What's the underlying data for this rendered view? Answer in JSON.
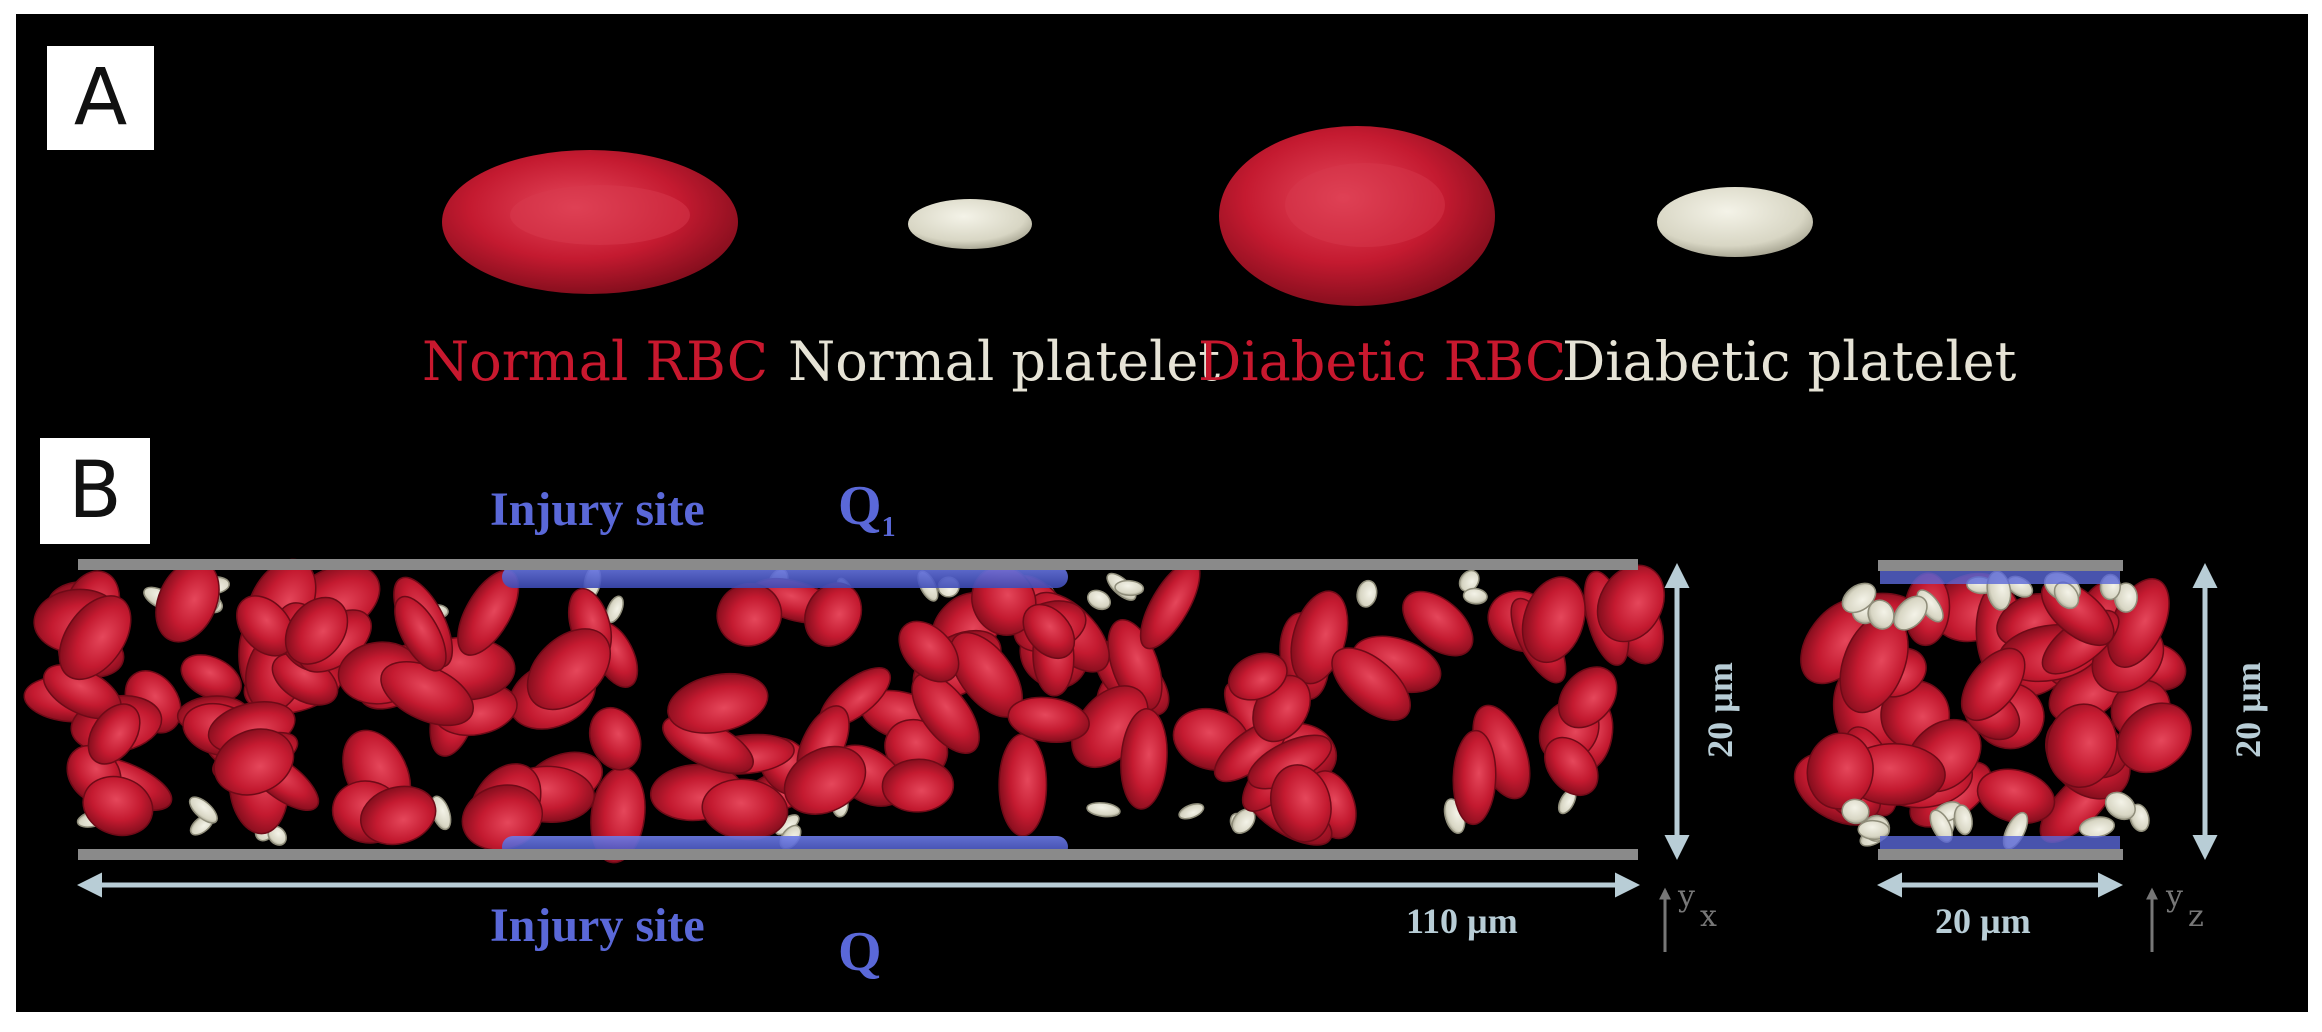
{
  "panels": {
    "a_label": "A",
    "b_label": "B"
  },
  "cells": [
    {
      "label": "Normal RBC",
      "kind": "rbc-normal"
    },
    {
      "label": "Normal platelet",
      "kind": "platelet-normal"
    },
    {
      "label": "Diabetic RBC",
      "kind": "rbc-diabetic"
    },
    {
      "label": "Diabetic platelet",
      "kind": "platelet-diabetic"
    }
  ],
  "annotations": {
    "injury_top": "Injury site",
    "injury_bottom": "Injury site",
    "q_top": "Q",
    "q_top_sub": "1",
    "q_bottom": "Q",
    "length": "110 µm",
    "height_side": "20 µm",
    "height_cross": "20 µm",
    "width_cross": "20 µm",
    "axis_y1": "y",
    "axis_x": "x",
    "axis_y2": "y",
    "axis_z": "z"
  },
  "colors": {
    "background": "#000000",
    "rbc": "#c8182e",
    "rbc_highlight": "#e04a5c",
    "platelet": "#e3e2d3",
    "injury": "#5a68d8",
    "vessel_wall": "#8a8a8a",
    "dimension": "#b8cdd6",
    "rbc_label": "#c8182e",
    "platelet_label": "#e6e3d6"
  }
}
